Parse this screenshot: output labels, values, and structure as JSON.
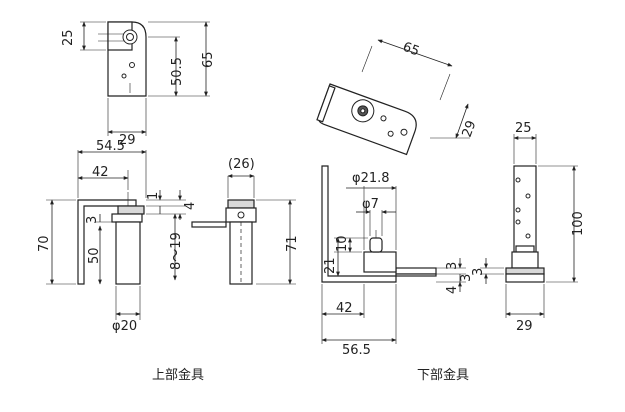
{
  "captions": {
    "upper": "上部金具",
    "lower": "下部金具"
  },
  "dims": {
    "upper_top_h": "25",
    "upper_top_50": "50.5",
    "upper_top_65": "65",
    "upper_top_29": "29",
    "upper_front_545": "54.5",
    "upper_front_42": "42",
    "upper_front_70": "70",
    "upper_front_3": "3",
    "upper_front_50": "50",
    "upper_front_1": "1",
    "upper_front_4": "4",
    "upper_front_8to19": "8～19",
    "upper_front_dia20": "φ20",
    "upper_side_26": "(26)",
    "upper_side_71": "71",
    "lower_top_65": "65",
    "lower_top_29": "29",
    "lower_front_dia218": "φ21.8",
    "lower_front_dia7": "φ7",
    "lower_front_21": "21",
    "lower_front_10": "10",
    "lower_front_3a": "3",
    "lower_front_3b": "3",
    "lower_front_4": "4",
    "lower_front_42": "42",
    "lower_front_565": "56.5",
    "lower_side_25": "25",
    "lower_side_100": "100",
    "lower_side_3": "3",
    "lower_side_29": "29"
  }
}
